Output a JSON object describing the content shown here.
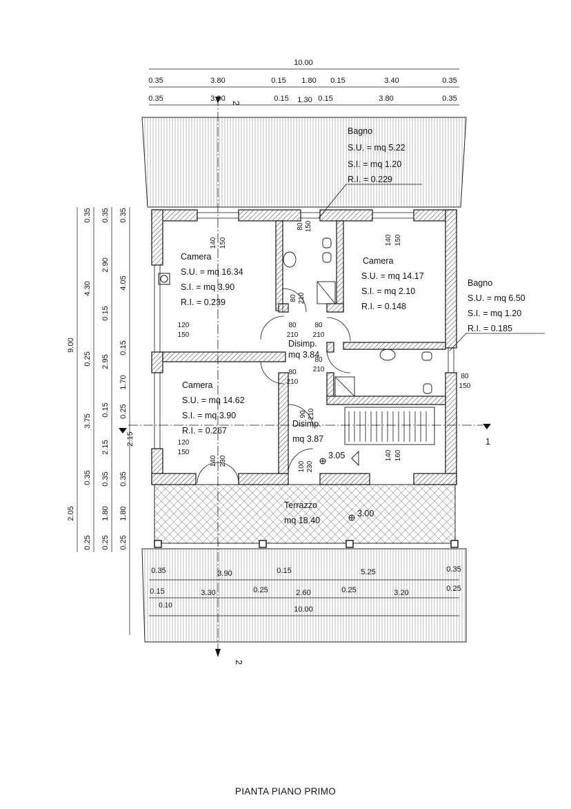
{
  "title": "PIANTA PIANO PRIMO",
  "dimensions": {
    "top_total": "10.00",
    "top_row1": [
      "0.35",
      "3.80",
      "0.15",
      "1.80",
      "0.15",
      "3.40",
      "0.35"
    ],
    "top_row2": [
      "0.35",
      "3.90",
      "0.15",
      "1.30",
      "0.15",
      "3.80",
      "0.35"
    ],
    "left_total": "9.00",
    "left_col_a": [
      "0.35",
      "4.30",
      "0.25",
      "3.75",
      "0.35",
      "2.05",
      "0.25"
    ],
    "left_col_b": [
      "0.35",
      "2.90",
      "0.15",
      "2.95",
      "0.15",
      "2.15",
      "0.35",
      "1.80",
      "0.25"
    ],
    "left_col_c": [
      "0.35",
      "4.05",
      "0.15",
      "1.70",
      "0.25",
      "2.15",
      "0.35",
      "1.80",
      "0.25"
    ],
    "bottom_row1": [
      "0.35",
      "3.90",
      "0.15",
      "5.25",
      "0.35"
    ],
    "bottom_row2": [
      "0.15",
      "3.30",
      "0.25",
      "2.60",
      "0.25",
      "3.20",
      "0.25"
    ],
    "bottom_total": "10.00",
    "bottom_note": "0.10"
  },
  "rooms": {
    "bagno_top": {
      "name": "Bagno",
      "su": "S.U. = mq 5.22",
      "si": "S.I. = mq 1.20",
      "ri": "R.I. = 0.229"
    },
    "camera_nw": {
      "name": "Camera",
      "su": "S.U. = mq 16.34",
      "si": "S.I. = mq 3.90",
      "ri": "R.I. = 0.239"
    },
    "camera_ne": {
      "name": "Camera",
      "su": "S.U. = mq 14.17",
      "si": "S.I. = mq 2.10",
      "ri": "R.I. = 0.148"
    },
    "bagno_right": {
      "name": "Bagno",
      "su": "S.U. = mq 6.50",
      "si": "S.I. = mq 1.20",
      "ri": "R.I. = 0.185"
    },
    "camera_sw": {
      "name": "Camera",
      "su": "S.U. = mq 14.62",
      "si": "S.I. = mq 3.90",
      "ri": "R.I. = 0.267"
    },
    "disimp_1": {
      "name": "Disimp.",
      "area": "mq 3.84"
    },
    "disimp_2": {
      "name": "Disimp.",
      "area": "mq 3.87"
    },
    "terrazzo": {
      "name": "Terrazzo",
      "area": "mq 18.40"
    }
  },
  "openings": {
    "w_bagno_top": [
      "80",
      "150"
    ],
    "w_camera_nw_top": [
      "140",
      "150"
    ],
    "w_camera_ne_top": [
      "140",
      "150"
    ],
    "w_camera_nw_left": [
      "120",
      "150"
    ],
    "w_camera_sw_left": [
      "120",
      "150"
    ],
    "w_bagno_right": [
      "80",
      "150"
    ],
    "d_bagno_top": [
      "80",
      "210"
    ],
    "d_camera_nw": [
      "80",
      "210"
    ],
    "d_camera_ne": [
      "80",
      "210"
    ],
    "d_disimp_east": [
      "80",
      "210"
    ],
    "d_camera_sw": [
      "80",
      "210"
    ],
    "d_disimp_2": [
      "90",
      "210"
    ],
    "d_terrazzo_sw": [
      "140",
      "230"
    ],
    "d_terrazzo": [
      "100",
      "230"
    ],
    "w_stair": [
      "140",
      "160"
    ]
  },
  "levels": {
    "disimp": "3.05",
    "terrazzo": "3.00"
  },
  "section_marks": {
    "section_1": "1",
    "section_2": "2"
  }
}
